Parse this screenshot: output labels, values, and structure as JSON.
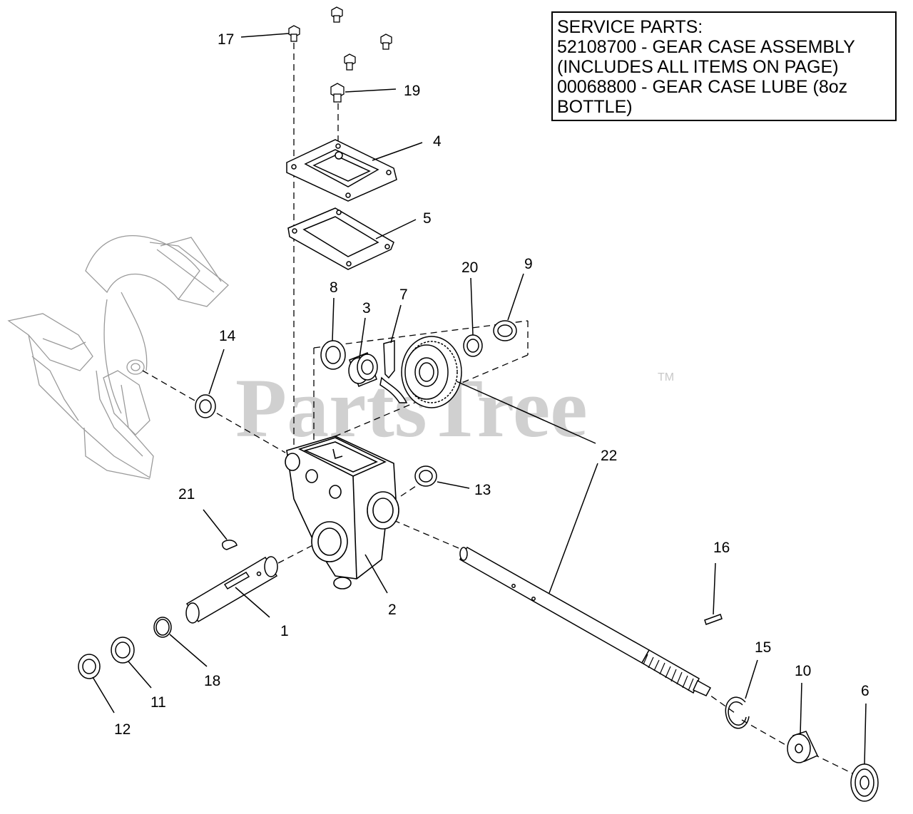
{
  "service_parts": {
    "lines": [
      "SERVICE PARTS:",
      "52108700 - GEAR CASE ASSEMBLY",
      "(INCLUDES ALL ITEMS ON PAGE)",
      "00068800 - GEAR CASE LUBE (8oz",
      "BOTTLE)"
    ]
  },
  "watermark": {
    "text": "PartsTree",
    "tm": "TM"
  },
  "callouts": {
    "c1": "1",
    "c2": "2",
    "c3": "3",
    "c4": "4",
    "c5": "5",
    "c6": "6",
    "c7": "7",
    "c8": "8",
    "c9": "9",
    "c10": "10",
    "c11": "11",
    "c12": "12",
    "c13": "13",
    "c14": "14",
    "c15": "15",
    "c16": "16",
    "c17": "17",
    "c18": "18",
    "c19": "19",
    "c20": "20",
    "c21": "21",
    "c22": "22"
  },
  "colors": {
    "line": "#000000",
    "ghost": "#9a9a9a",
    "watermark": "#c8c8c8",
    "part_fill": "#ffffff"
  }
}
